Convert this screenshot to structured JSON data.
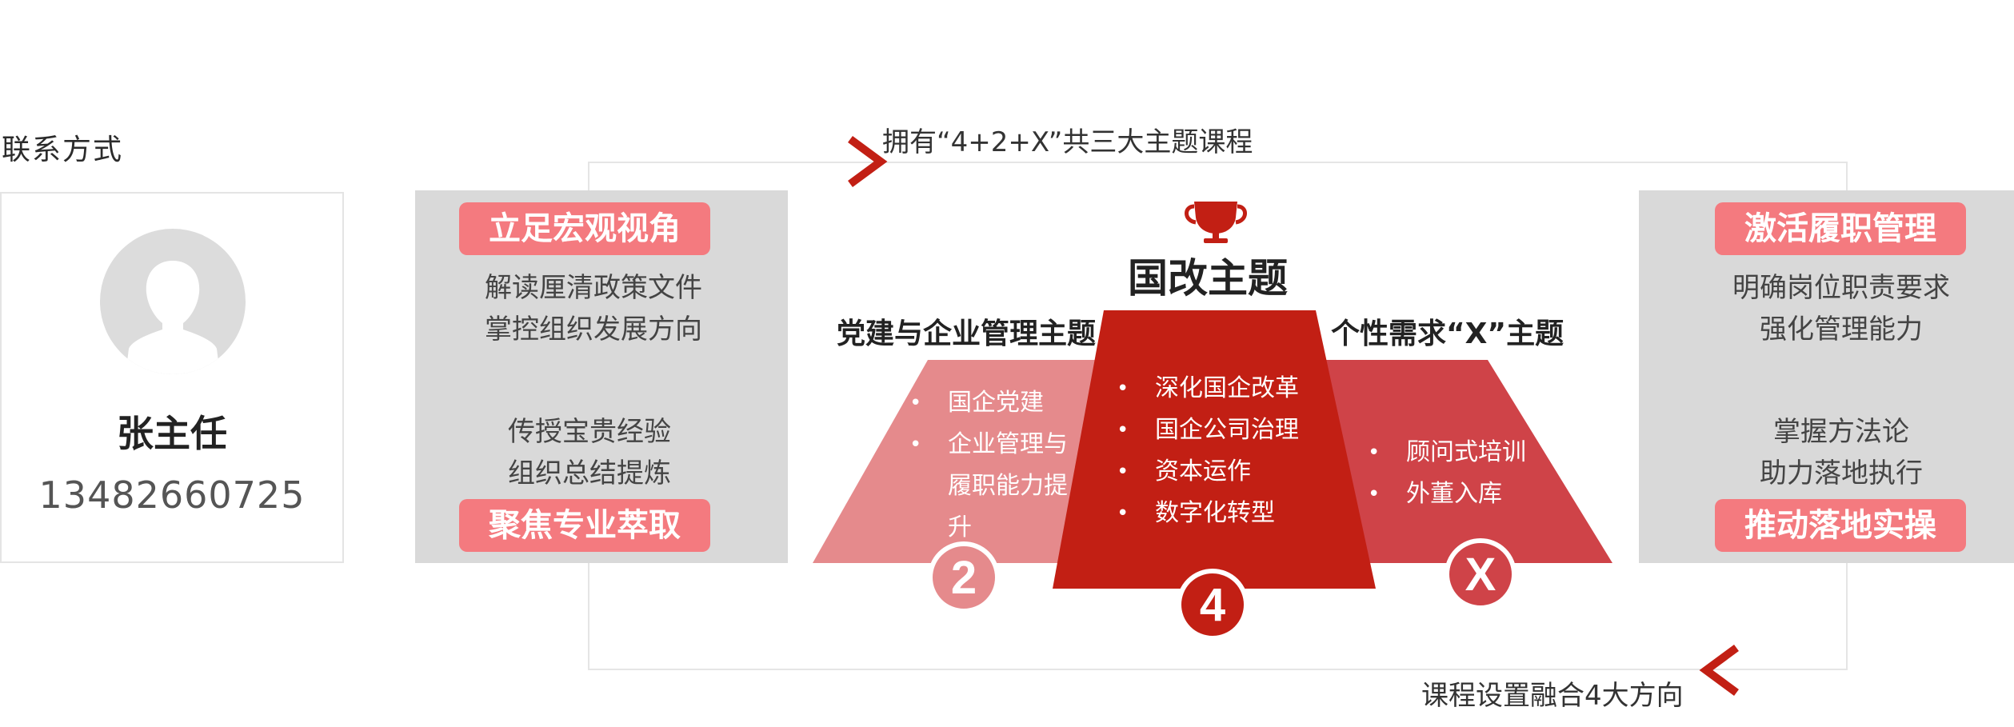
{
  "contact": {
    "heading": "联系方式",
    "name": "张主任",
    "phone": "13482660725"
  },
  "captions": {
    "top": "拥有“4+2+X”共三大主题课程",
    "bottom": "课程设置融合4大方向"
  },
  "left_panel": {
    "top_pill": "立足宏观视角",
    "top_lines": [
      "解读厘清政策文件",
      "掌控组织发展方向"
    ],
    "bottom_lines": [
      "传授宝贵经验",
      "组织总结提炼"
    ],
    "bottom_pill": "聚焦专业萃取"
  },
  "right_panel": {
    "top_pill": "激活履职管理",
    "top_lines": [
      "明确岗位职责要求",
      "强化管理能力"
    ],
    "bottom_lines": [
      "掌握方法论",
      "助力落地执行"
    ],
    "bottom_pill": "推动落地实操"
  },
  "center_theme": {
    "title": "国改主题",
    "number": "4",
    "items": [
      "深化国企改革",
      "国企公司治理",
      "资本运作",
      "数字化转型"
    ]
  },
  "left_theme": {
    "title": "党建与企业管理主题",
    "number": "2",
    "items": [
      "国企党建",
      "企业管理与履职能力提升"
    ]
  },
  "right_theme": {
    "title": "个性需求“X”主题",
    "number": "X",
    "items": [
      "顾问式培训",
      "外董入库"
    ]
  },
  "colors": {
    "center_red": "#c21f14",
    "left_pink": "#e58a8c",
    "right_red": "#cf4348",
    "pill": "#f47a7f",
    "panel_gray": "#d9d9d9"
  },
  "icons": [
    "user-avatar-icon",
    "trophy-icon",
    "chevron-right-icon",
    "chevron-left-icon"
  ]
}
